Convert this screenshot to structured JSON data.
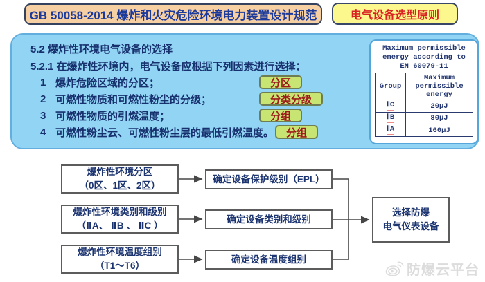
{
  "header": {
    "title": "GB 50058-2014 爆炸和火灾危险环境电力装置设计规范",
    "badge": "电气设备选型原则"
  },
  "section": {
    "heading": "5.2 爆炸性环境电气设备的选择",
    "subheading": "5.2.1 在爆炸性环境内，电气设备应根据下列因素进行选择：",
    "items": [
      {
        "num": "1",
        "text": "爆炸危险区域的分区；",
        "tag": "分区"
      },
      {
        "num": "2",
        "text": "可燃性物质和可燃性粉尘的分级；",
        "tag": "分类分级"
      },
      {
        "num": "3",
        "text": "可燃性物质的引燃温度；",
        "tag": "分组"
      },
      {
        "num": "4",
        "text": "可燃性粉尘云、可燃性粉尘层的最低引燃温度。",
        "tag": "分组"
      }
    ]
  },
  "energy_table": {
    "caption_line1": "Maximum permissible",
    "caption_line2": "energy according to",
    "caption_line3": "EN 60079-11",
    "columns": [
      "Group",
      "Maximum permissible energy"
    ],
    "rows": [
      {
        "group": "ⅡC",
        "energy": "20μJ"
      },
      {
        "group": "ⅡB",
        "energy": "80μJ"
      },
      {
        "group": "ⅡA",
        "energy": "160μJ"
      }
    ]
  },
  "flowchart": {
    "left": [
      {
        "line1": "爆炸性环境分区",
        "line2": "（0区、1区、2区）"
      },
      {
        "line1": "爆炸性环境类别和级别",
        "line2": "（ⅡA、 ⅡB 、 ⅡC ）"
      },
      {
        "line1": "爆炸性环境温度组别",
        "line2": "（T1～T6）"
      }
    ],
    "middle": [
      {
        "label": "确定设备保护级别（EPL）"
      },
      {
        "label": "确定设备类别和级别"
      },
      {
        "label": "确定设备温度组别"
      }
    ],
    "result": {
      "line1": "选择防爆",
      "line2": "电气仪表设备"
    }
  },
  "watermark": {
    "text": "防爆云平台"
  },
  "colors": {
    "title_bg": "#f6cfa2",
    "badge_bg": "#fdf88e",
    "badge_text": "#d92222",
    "panel_bg": "#92d4f4",
    "tag_bg": "#c8e473",
    "tag_text": "#9e1b1b",
    "navy_text": "#17306e",
    "underline_red": "#f08a8a"
  }
}
